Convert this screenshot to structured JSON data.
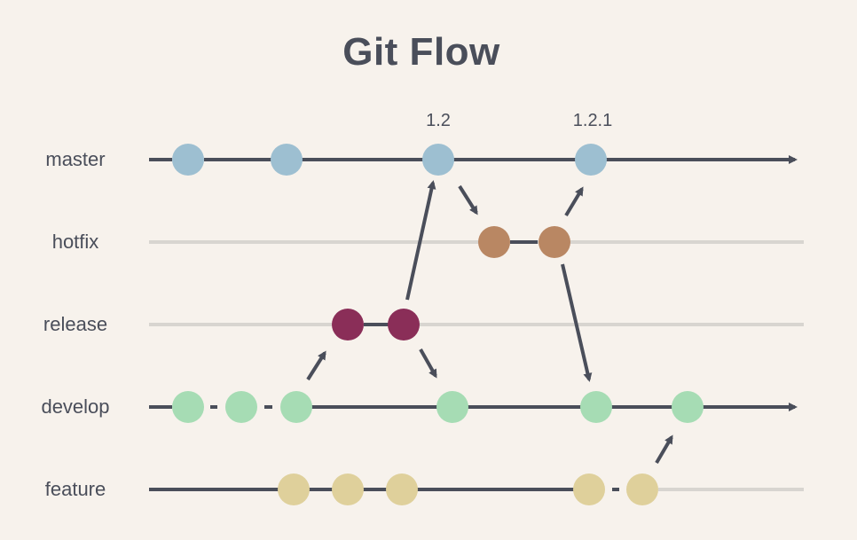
{
  "title": "Git Flow",
  "branches": {
    "master": "master",
    "hotfix": "hotfix",
    "release": "release",
    "develop": "develop",
    "feature": "feature"
  },
  "tags": {
    "v1": "1.2",
    "v2": "1.2.1"
  },
  "colors": {
    "background": "#f7f2ec",
    "line": "#4a4e5a",
    "faint_line": "#d8d5d0",
    "master": "#9dbfd1",
    "hotfix": "#b98763",
    "release": "#8a2e58",
    "develop": "#a6dcb4",
    "feature": "#dfd09b"
  }
}
